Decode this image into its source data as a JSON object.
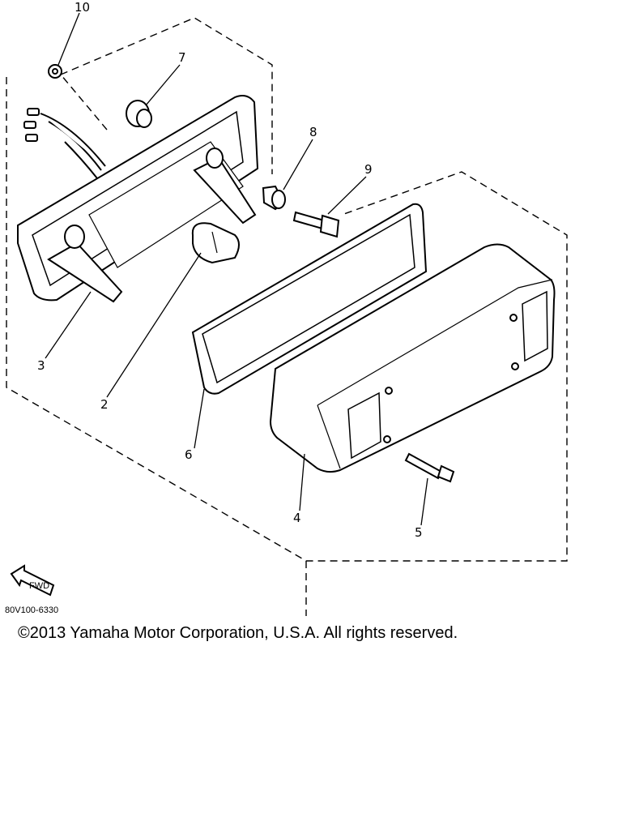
{
  "callouts": {
    "c1": "10",
    "c2": "7",
    "c3": "8",
    "c4": "9",
    "c5": "3",
    "c6": "2",
    "c7": "6",
    "c8": "4",
    "c9": "5"
  },
  "diagram_code": "80V100-6330",
  "fwd_label": "FWD",
  "copyright": "©2013 Yamaha Motor Corporation, U.S.A. All rights reserved."
}
